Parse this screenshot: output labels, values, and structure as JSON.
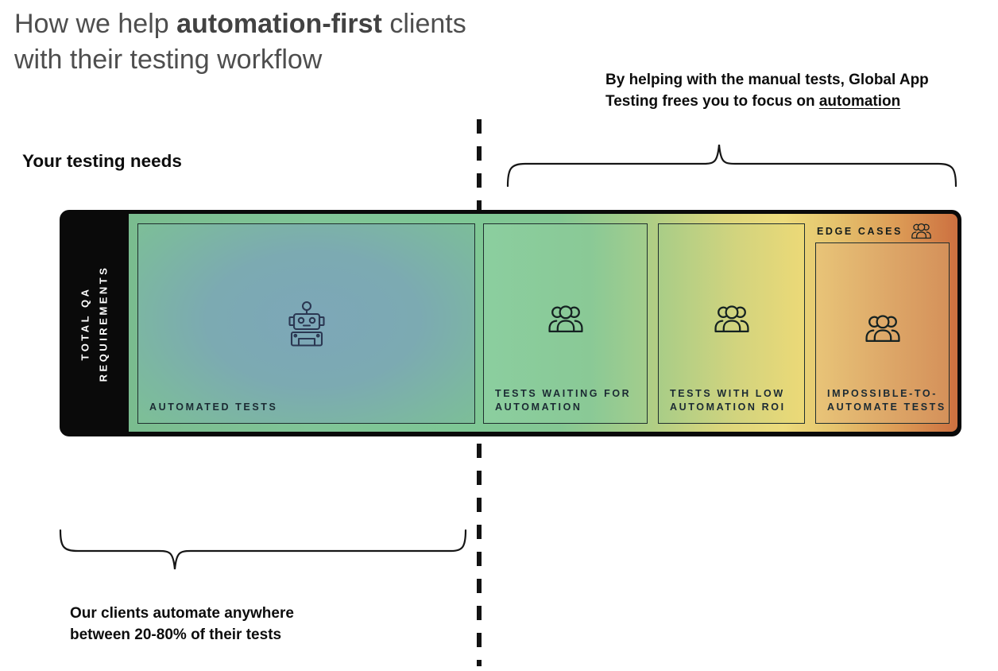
{
  "title": {
    "pre": "How we help ",
    "bold": "automation-first",
    "post": " clients",
    "line2": "with their testing workflow"
  },
  "annotation_right": {
    "line1": "By helping with the manual tests, Global App",
    "line2_pre": "Testing frees you to focus on ",
    "line2_underlined": "automation"
  },
  "left_heading": "Your testing needs",
  "bar": {
    "side_label_line1": "TOTAL QA",
    "side_label_line2": "REQUIREMENTS",
    "edge_cases_label": "EDGE CASES",
    "sections": [
      {
        "label_lines": [
          "AUTOMATED TESTS",
          ""
        ],
        "icon": "robot-icon"
      },
      {
        "label_lines": [
          "TESTS WAITING FOR",
          "AUTOMATION"
        ],
        "icon": "people-group-icon"
      },
      {
        "label_lines": [
          "TESTS WITH LOW",
          "AUTOMATION ROI"
        ],
        "icon": "people-group-icon"
      },
      {
        "label_lines": [
          "IMPOSSIBLE-TO-",
          "AUTOMATE TESTS"
        ],
        "icon": "people-group-icon"
      }
    ]
  },
  "annotation_bottom": {
    "line1": "Our clients automate anywhere",
    "line2": "between 20-80% of their tests"
  },
  "colors": {
    "bar_background": "#0a0a0a",
    "gradient_left_green": "#7abc8f",
    "gradient_mid_green": "#7ec795",
    "gradient_yellow": "#ecdb7c",
    "gradient_right_orange": "#cc7040",
    "automated_blue_tint": "#7da7b8",
    "section_border": "#1f2e2e",
    "section_label_text": "#1b2a33",
    "side_label_text": "#ffffff",
    "robot_icon_stroke": "#2b3752",
    "people_icon_stroke": "#152222",
    "title_text": "#4e4e4e",
    "annotation_text": "#0d0d0d"
  }
}
